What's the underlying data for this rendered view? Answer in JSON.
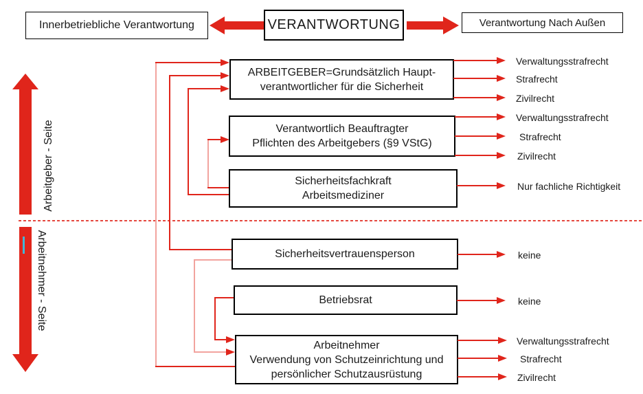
{
  "title_row": {
    "left_box": "Innerbetriebliche Verantwortung",
    "center_box": "VERANTWORTUNG",
    "right_box": "Verantwortung Nach Außen"
  },
  "side_labels": {
    "employer": "Arbeitgeber - Seite",
    "employee": "Arbeitnehmer - Seite"
  },
  "boxes": [
    {
      "id": "arbeitgeber",
      "lines": [
        "ARBEITGEBER=Grundsätzlich Haupt-",
        "verantwortlicher für die Sicherheit"
      ],
      "outcomes": [
        "Verwaltungsstrafrecht",
        "Strafrecht",
        "Zivilrecht"
      ]
    },
    {
      "id": "verantwortlich-beauftragter",
      "lines": [
        "Verantwortlich Beauftragter",
        "Pflichten des Arbeitgebers (§9 VStG)"
      ],
      "outcomes": [
        "Verwaltungsstrafrecht",
        "Strafrecht",
        "Zivilrecht"
      ]
    },
    {
      "id": "sicherheitsfachkraft",
      "lines": [
        "Sicherheitsfachkraft",
        "Arbeitsmediziner"
      ],
      "outcomes": [
        "Nur fachliche Richtigkeit"
      ]
    },
    {
      "id": "sicherheitsvertrauensperson",
      "lines": [
        "Sicherheitsvertrauensperson"
      ],
      "outcomes": [
        "keine"
      ]
    },
    {
      "id": "betriebsrat",
      "lines": [
        "Betriebsrat"
      ],
      "outcomes": [
        "keine"
      ]
    },
    {
      "id": "arbeitnehmer",
      "lines": [
        "Arbeitnehmer",
        "Verwendung von Schutzeinrichtung und",
        "persönlicher Schutzausrüstung"
      ],
      "outcomes": [
        "Verwaltungsstrafrecht",
        "Strafrecht",
        "Zivilrecht"
      ]
    }
  ],
  "connections": [
    {
      "from": "arbeitnehmer",
      "to": "arbeitgeber",
      "style": "light-red"
    },
    {
      "from": "sicherheitsvertrauensperson",
      "to": "arbeitgeber",
      "style": "red"
    },
    {
      "from": "sicherheitsfachkraft",
      "to": "arbeitgeber",
      "style": "red"
    },
    {
      "from": "sicherheitsfachkraft",
      "to": "verantwortlich-beauftragter",
      "style": "light-red"
    },
    {
      "from": "sicherheitsvertrauensperson",
      "to": "arbeitnehmer",
      "style": "light-red"
    },
    {
      "from": "betriebsrat",
      "to": "arbeitnehmer",
      "style": "red"
    }
  ],
  "colors": {
    "arrow_red": "#e0251b",
    "line_light_red": "#f2a39e",
    "cyan_mark": "#44b5d6",
    "box_border": "#000000",
    "text": "#1a1a1a"
  }
}
